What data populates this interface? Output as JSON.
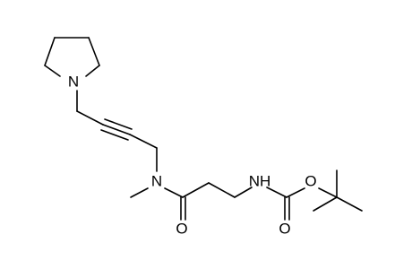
{
  "colors": {
    "background": "#ffffff",
    "bond": "#000000",
    "label": "#000000"
  },
  "atoms": {
    "pyrrolidine_n": "N",
    "amide_n": "N",
    "amide_o": "O",
    "carbamate_nh": "NH",
    "ester_o": "O",
    "carbonyl_o": "O"
  }
}
